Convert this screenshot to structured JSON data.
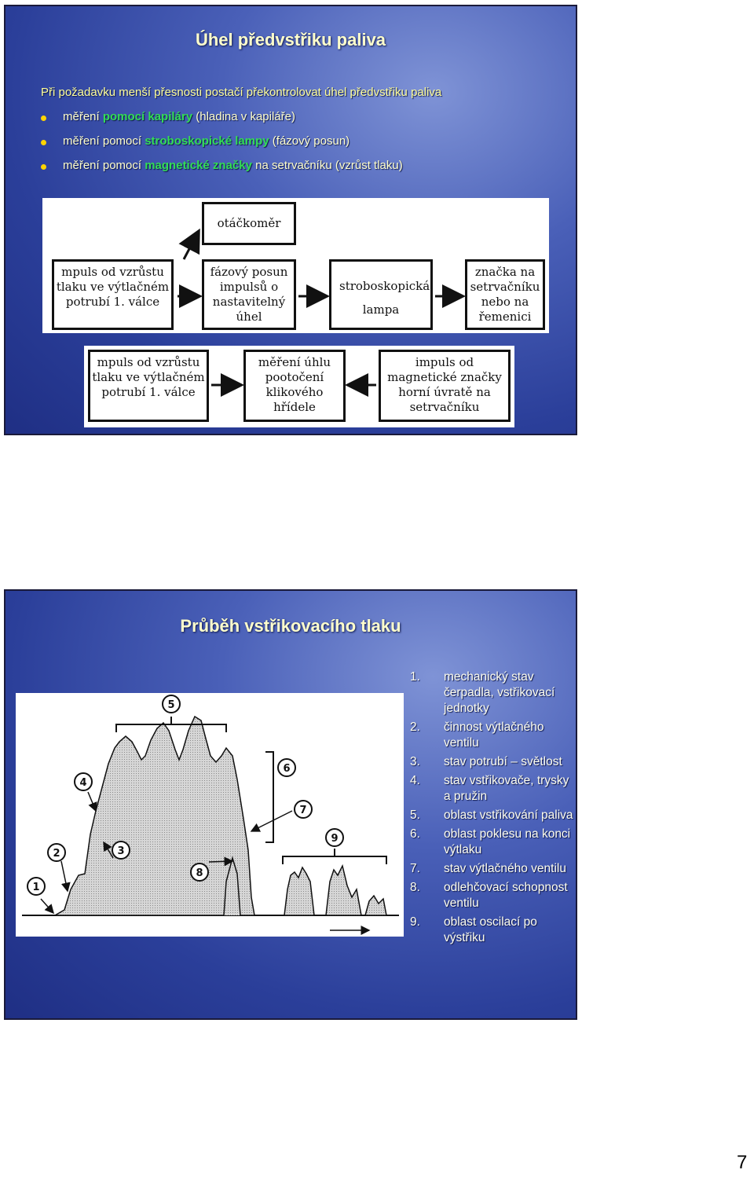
{
  "slide1": {
    "title": "Úhel předvstřiku paliva",
    "intro": "Při požadavku menší přesnosti postačí překontrolovat úhel předvstřiku paliva",
    "bullets": [
      {
        "pre": "měření ",
        "hl": "pomocí kapiláry",
        "post": " (hladina v kapiláře)"
      },
      {
        "pre": "měření pomocí ",
        "hl": "stroboskopické lampy",
        "post": " (fázový posun)"
      },
      {
        "pre": "měření pomocí ",
        "hl": "magnetické značky",
        "post": " na setrvačníku (vzrůst tlaku)"
      }
    ],
    "top_diagram": {
      "tachometer": "otáčkoměr",
      "boxes": [
        "mpuls od vzrůstu tlaku ve výtlačném potrubí 1. válce",
        "fázový posun impulsů o nastavitelný úhel",
        "stroboskopická lampa",
        "značka na setrvačníku nebo na řemenici"
      ]
    },
    "bottom_diagram": {
      "boxes": [
        "mpuls od vzrůstu tlaku ve výtlačném potrubí 1. válce",
        "měření úhlu pootočení klikového hřídele",
        "impuls od magnetické značky horní úvratě na setrvačníku"
      ]
    }
  },
  "slide2": {
    "title": "Průběh vstřikovacího tlaku",
    "graph_labels": [
      "1",
      "2",
      "3",
      "4",
      "5",
      "6",
      "7",
      "8",
      "9"
    ],
    "items": [
      {
        "num": "1.",
        "text": "mechanický stav čerpadla, vstřikovací jednotky"
      },
      {
        "num": "2.",
        "text": "činnost výtlačného ventilu"
      },
      {
        "num": "3.",
        "text": "stav potrubí – světlost"
      },
      {
        "num": "4.",
        "text": "stav vstřikovače, trysky a pružin"
      },
      {
        "num": "5.",
        "text": "oblast vstřikování paliva"
      },
      {
        "num": "6.",
        "text": "oblast poklesu na konci výtlaku"
      },
      {
        "num": "7.",
        "text": "stav výtlačného ventilu"
      },
      {
        "num": "8.",
        "text": "odlehčovací schopnost ventilu"
      },
      {
        "num": "9.",
        "text": "oblast oscilací po výstřiku"
      }
    ]
  },
  "page_number": "7"
}
